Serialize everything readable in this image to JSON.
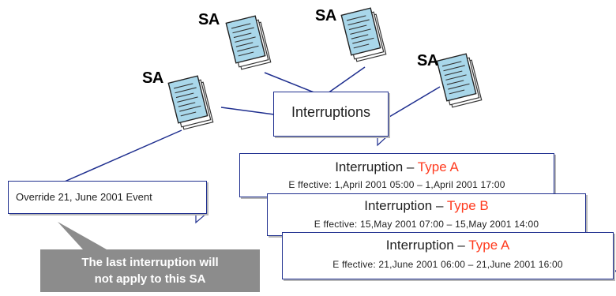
{
  "sa_label": "SA",
  "hub_label": "Interruptions",
  "override_label": "Override 21, June 2001 Event",
  "callout": {
    "line1": "The last interruption will",
    "line2": "not apply to this SA"
  },
  "interruptions": [
    {
      "title": "Interruption – ",
      "type": "Type A",
      "effective": "E ffective: 1,April 2001 05:00 – 1,April 2001 17:00"
    },
    {
      "title": "Interruption – ",
      "type": "Type B",
      "effective": "E ffective: 15,May 2001 07:00 – 15,May 2001 14:00"
    },
    {
      "title": "Interruption – ",
      "type": "Type A",
      "effective": "E ffective: 21,June 2001 06:00 – 21,June 2001 16:00"
    }
  ],
  "colors": {
    "line": "#1f2f8f",
    "type_text": "#ff3b1f",
    "callout_fill": "#8c8c8c",
    "doc_fill": "#a9d7ea"
  }
}
